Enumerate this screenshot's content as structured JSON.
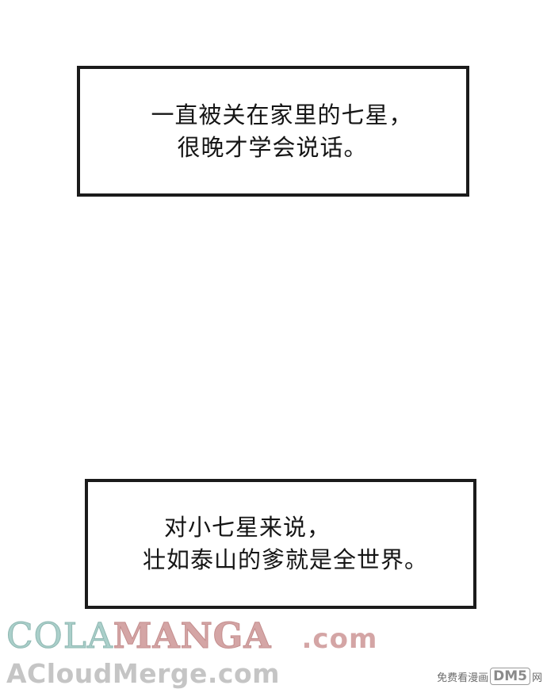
{
  "panels": [
    {
      "lines": [
        "一直被关在家里的七星，",
        "很晚才学会说话。"
      ]
    },
    {
      "lines": [
        "对小七星来说，",
        "壮如泰山的爹就是全世界。"
      ]
    }
  ],
  "watermark": {
    "line1_part1": "COLA",
    "line1_part2": "MANGA",
    "line1_part3": ".com",
    "line2": "ACloudMerge.com"
  },
  "site_badge": {
    "prefix": "免费看漫画",
    "logo": "DM5",
    "suffix": "网"
  }
}
